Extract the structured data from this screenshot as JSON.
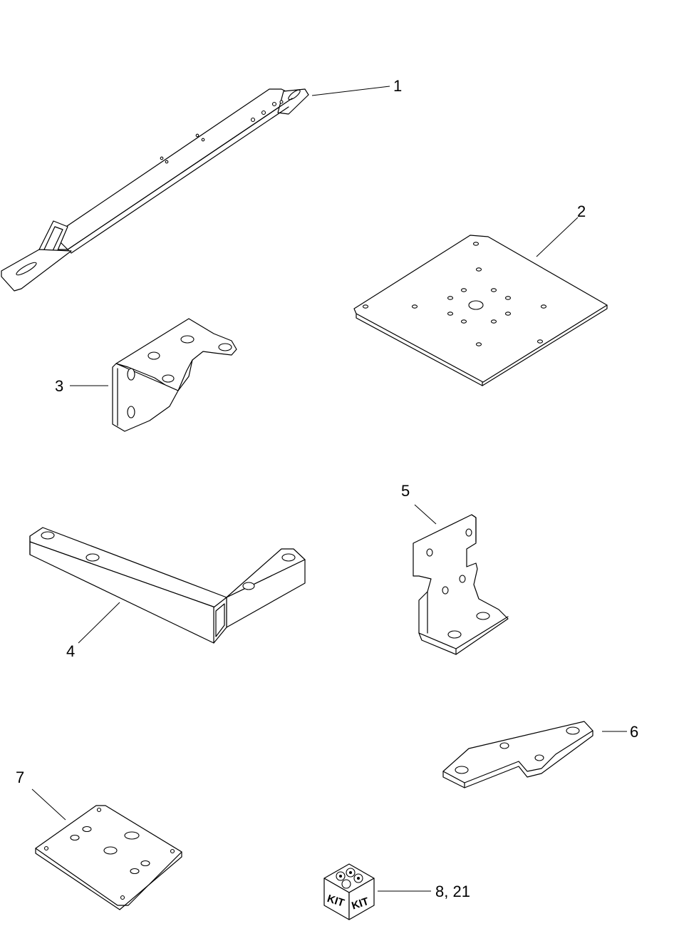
{
  "callouts": {
    "c1": "1",
    "c2": "2",
    "c3": "3",
    "c4": "4",
    "c5": "5",
    "c6": "6",
    "c7": "7",
    "c8": "8, 21"
  },
  "kit": {
    "left_label": "KIT",
    "right_label": "KIT"
  }
}
